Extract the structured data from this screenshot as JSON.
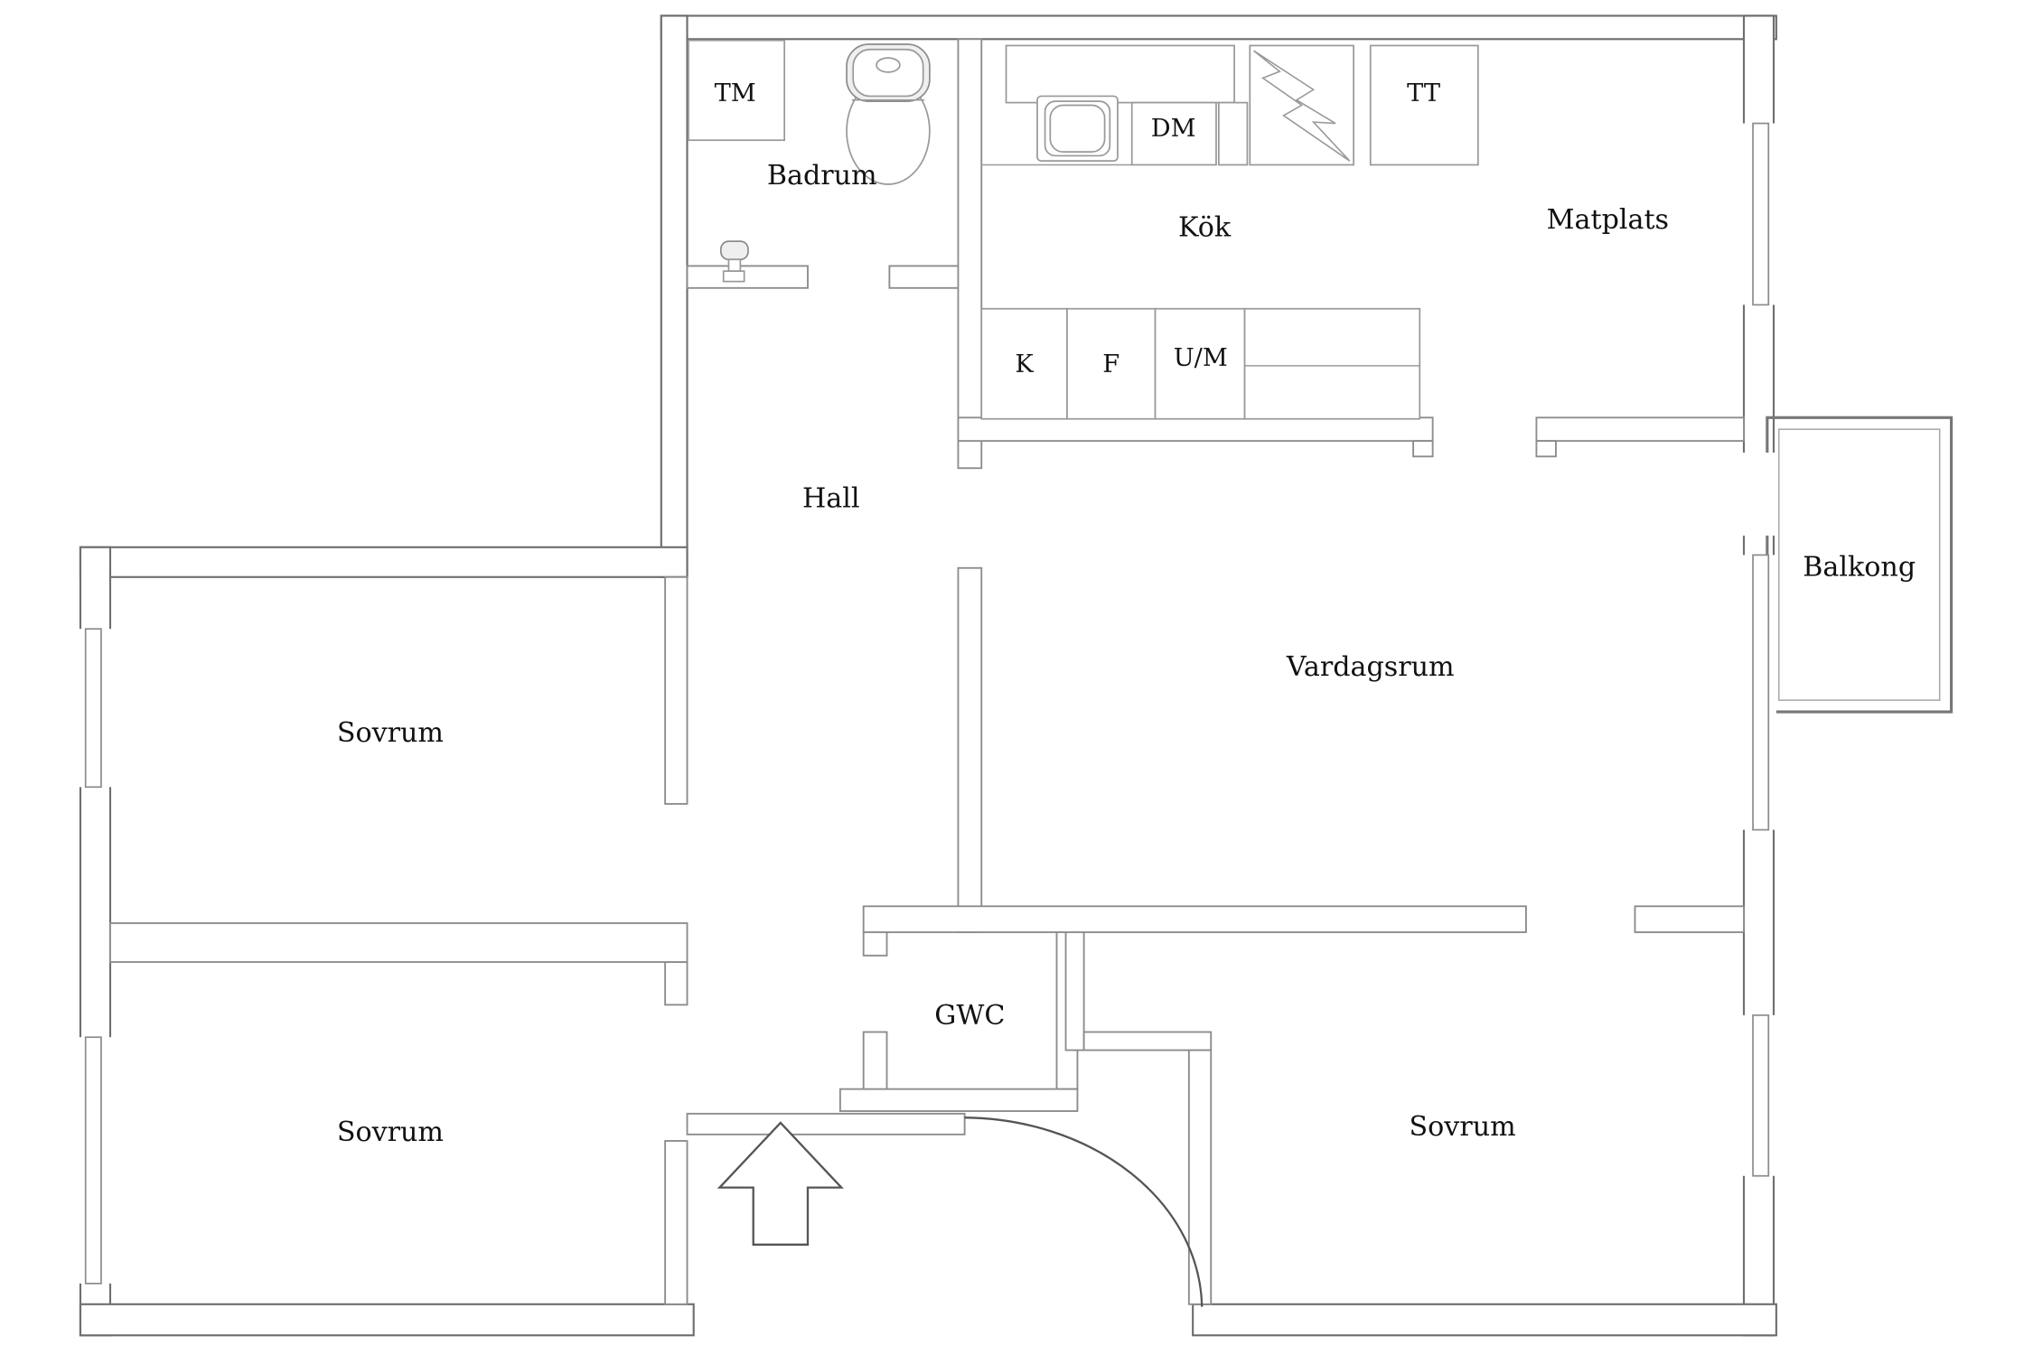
{
  "labels": {
    "badrum": "Badrum",
    "tm": "TM",
    "kok": "Kök",
    "dm": "DM",
    "tt": "TT",
    "matplats": "Matplats",
    "k": "K",
    "f": "F",
    "um": "U/M",
    "hall": "Hall",
    "vardagsrum": "Vardagsrum",
    "balkong": "Balkong",
    "sovrum_top_left": "Sovrum",
    "sovrum_bottom_left": "Sovrum",
    "sovrum_bottom_right": "Sovrum",
    "gwc": "GWC"
  },
  "colors": {
    "background": "#ffffff",
    "interior_wall_line": "#8c8c8c",
    "exterior_wall_line": "#6f6f6f",
    "text": "#111111",
    "fixture_shade": "#efefef",
    "door_and_arrow": "#555555"
  },
  "icons": {
    "toilet": "toilet-icon",
    "shower": "shower-icon",
    "sink": "sink-icon",
    "stove": "stove-lightning-icon",
    "entry_arrow": "entry-arrow-icon",
    "entry_door": "entry-door-arc"
  }
}
